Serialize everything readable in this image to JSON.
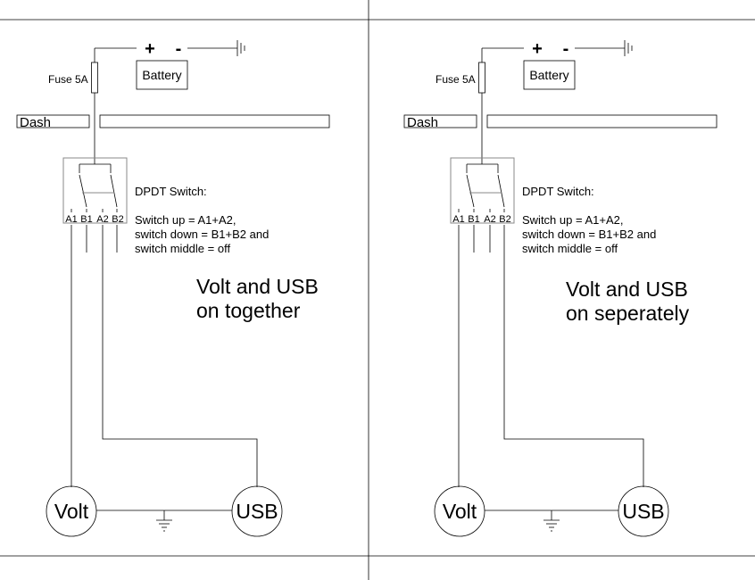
{
  "panels": [
    {
      "battery_label": "Battery",
      "plus": "+",
      "minus": "-",
      "fuse_label": "Fuse 5A",
      "dash_label": "Dash",
      "switch_title": "DPDT Switch:",
      "switch_line1": "Switch up = A1+A2,",
      "switch_line2": "switch down = B1+B2 and",
      "switch_line3": "switch middle = off",
      "pins": [
        "A1",
        "B1",
        "A2",
        "B2"
      ],
      "caption_line1": "Volt and USB",
      "caption_line2": "on together",
      "volt_label": "Volt",
      "usb_label": "USB"
    },
    {
      "battery_label": "Battery",
      "plus": "+",
      "minus": "-",
      "fuse_label": "Fuse 5A",
      "dash_label": "Dash",
      "switch_title": "DPDT Switch:",
      "switch_line1": "Switch up = A1+A2,",
      "switch_line2": "switch down = B1+B2 and",
      "switch_line3": "switch middle = off",
      "pins": [
        "A1",
        "B1",
        "A2",
        "B2"
      ],
      "caption_line1": "Volt and USB",
      "caption_line2": "on seperately",
      "volt_label": "Volt",
      "usb_label": "USB"
    }
  ]
}
